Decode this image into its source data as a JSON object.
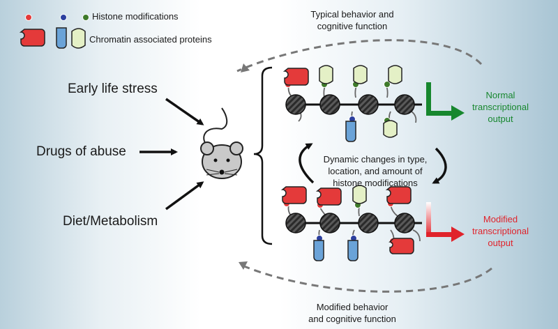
{
  "legend": {
    "histone_modifications": "Histone modifications",
    "chromatin_proteins": "Chromatin associated proteins"
  },
  "causes": {
    "early_life_stress": "Early life stress",
    "drugs_of_abuse": "Drugs of abuse",
    "diet_metabolism": "Diet/Metabolism"
  },
  "top_feedback": {
    "line1": "Typical behavior and",
    "line2": "cognitive function"
  },
  "bottom_feedback": {
    "line1": "Modified behavior",
    "line2": "and cognitive function"
  },
  "dynamic": {
    "line1": "Dynamic changes in type,",
    "line2": "location, and amount of",
    "line3": "histone modifications"
  },
  "normal_output": {
    "line1": "Normal",
    "line2": "transcriptional",
    "line3": "output"
  },
  "modified_output": {
    "line1": "Modified",
    "line2": "transcriptional",
    "line3": "output"
  },
  "colors": {
    "normal": "#17872e",
    "modified": "#e0232b",
    "mark_red": "#e43a3a",
    "mark_blue": "#2b3f9e",
    "mark_green": "#3e7a2a",
    "protein_green": "#e4f0c6",
    "protein_blue": "#6aa3d8"
  },
  "icons": [
    "mouse-icon",
    "nucleosome-icon",
    "histone-mark-icon",
    "chromatin-protein-icon",
    "arrow-icon"
  ]
}
